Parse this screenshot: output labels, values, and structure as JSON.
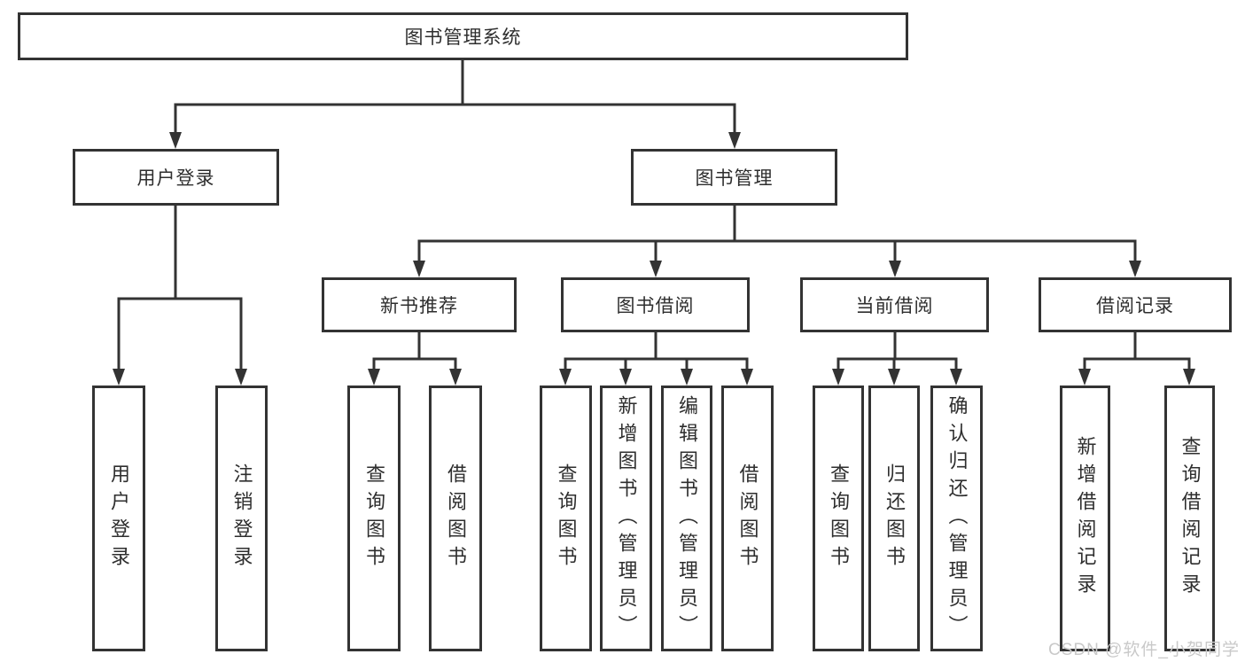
{
  "diagram": {
    "title": "图书管理系统",
    "watermark": "CSDN @软件_小贺同学",
    "colors": {
      "line": "#333333",
      "text": "#2e2e2e",
      "watermark": "#c9c9c9",
      "background": "#ffffff"
    },
    "nodes": {
      "root": "图书管理系统",
      "user_login": "用户登录",
      "book_mgmt": "图书管理",
      "new_book_rec": "新书推荐",
      "book_borrow": "图书借阅",
      "current_borrow": "当前借阅",
      "borrow_record": "借阅记录",
      "leaf_user_login": "用户登录",
      "leaf_logout": "注销登录",
      "leaf_rec_query": "查询图书",
      "leaf_rec_borrow": "借阅图书",
      "leaf_bor_query": "查询图书",
      "leaf_bor_add": "新增图书（管理员）",
      "leaf_bor_edit": "编辑图书（管理员）",
      "leaf_bor_borrow": "借阅图书",
      "leaf_cur_query": "查询图书",
      "leaf_cur_return": "归还图书",
      "leaf_cur_confirm": "确认归还（管理员）",
      "leaf_rec_add_record": "新增借阅记录",
      "leaf_rec_query_record": "查询借阅记录"
    }
  }
}
